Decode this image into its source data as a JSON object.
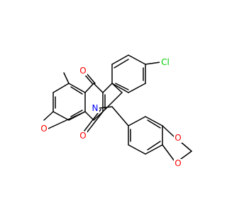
{
  "colors": {
    "background": "#ffffff",
    "bond": "#000000",
    "oxygen": "#ff0000",
    "nitrogen": "#0000ff",
    "chlorine": "#00cc00"
  },
  "atoms": {
    "O_ketone": "O",
    "O_lactam": "O",
    "O_pyran": "O",
    "N": "N",
    "Cl": "Cl",
    "O_dioxole_top": "O",
    "O_dioxole_bottom": "O"
  }
}
